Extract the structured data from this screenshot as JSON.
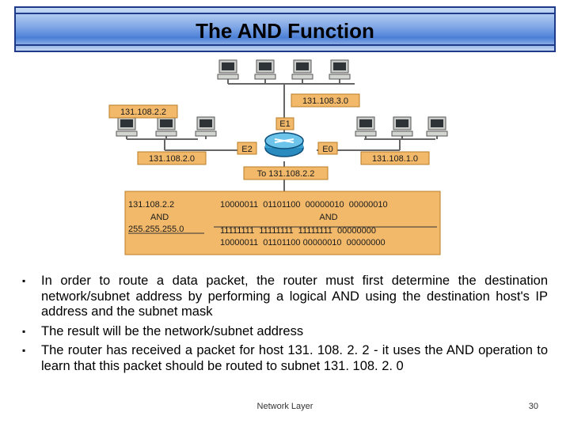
{
  "slide": {
    "title": "The AND Function",
    "footer_center": "Network Layer",
    "page_number": "30"
  },
  "diagram": {
    "labels": {
      "net_left": "131.108.2.2",
      "net_top": "131.108.3.0",
      "iface_e1": "E1",
      "iface_e2": "E2",
      "iface_e0": "E0",
      "net_bottom_left": "131.108.2.0",
      "net_right": "131.108.1.0",
      "destination": "To 131.108.2.2"
    },
    "and_table": {
      "ip": "131.108.2.2",
      "and_left": "AND",
      "mask": "255.255.255.0",
      "ip_binary": "10000011  01101100  00000010  00000010",
      "and_right": "AND",
      "mask_binary": "11111111  11111111  11111111  00000000",
      "result_binary": "10000011  01101100 00000010  00000000"
    }
  },
  "bullets": [
    "In order to route a data packet, the router must first determine the destination network/subnet address by performing a logical AND using the destination host's IP address and the subnet mask",
    "The result will be the network/subnet address",
    "The router has received a packet for host 131. 108. 2. 2 - it uses the AND operation to learn that this packet should be routed to subnet 131. 108. 2. 0"
  ]
}
